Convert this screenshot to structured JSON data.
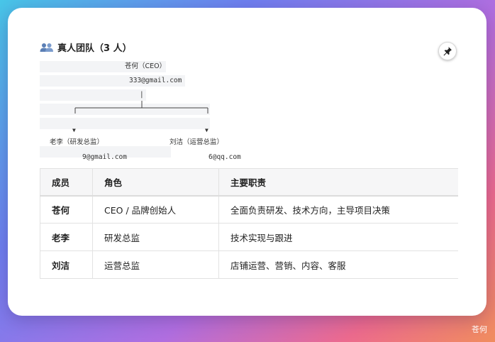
{
  "heading": {
    "icon": "people-icon",
    "title": "真人团队（3 人）"
  },
  "pin": {
    "icon": "pushpin-icon"
  },
  "org_chart": {
    "root_label": "苍何（CEO）",
    "root_email": "333@gmail.com",
    "connector": "|",
    "arrow": "▼",
    "left_label": "老李（研发总监）",
    "right_label": "刘洁（运营总监）",
    "left_email": "9@gmail.com",
    "right_email": "6@qq.com"
  },
  "table": {
    "headers": [
      "成员",
      "角色",
      "主要职责"
    ],
    "rows": [
      [
        "苍何",
        "CEO / 品牌创始人",
        "全面负责研发、技术方向，主导项目决策"
      ],
      [
        "老李",
        "研发总监",
        "技术实现与跟进"
      ],
      [
        "刘洁",
        "运营总监",
        "店铺运营、营销、内容、客服"
      ]
    ]
  },
  "watermark": "苍何",
  "colors": {
    "card_bg": "#ffffff",
    "header_row_bg": "#f6f6f7",
    "code_line_bg": "#f3f4f6"
  }
}
